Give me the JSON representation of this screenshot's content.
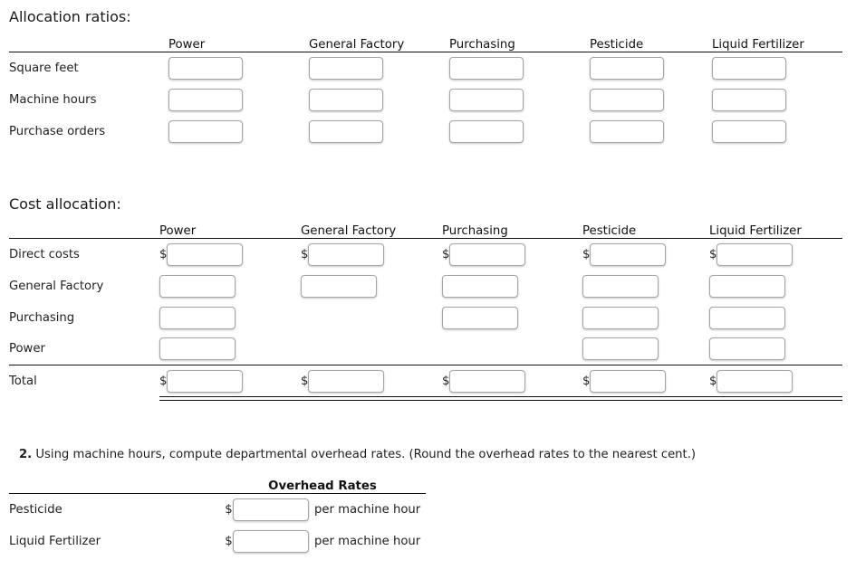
{
  "allocation_ratios": {
    "title": "Allocation ratios:",
    "columns": [
      "Power",
      "General Factory",
      "Purchasing",
      "Pesticide",
      "Liquid Fertilizer"
    ],
    "rows": [
      {
        "label": "Square feet",
        "cells": [
          {
            "prefix": "",
            "input": ""
          },
          {
            "prefix": "",
            "input": ""
          },
          {
            "prefix": "",
            "input": ""
          },
          {
            "prefix": "",
            "input": ""
          },
          {
            "prefix": "",
            "input": ""
          }
        ]
      },
      {
        "label": "Machine hours",
        "cells": [
          {
            "prefix": "",
            "input": ""
          },
          {
            "prefix": "",
            "input": ""
          },
          {
            "prefix": "",
            "input": ""
          },
          {
            "prefix": "",
            "input": ""
          },
          {
            "prefix": "",
            "input": ""
          }
        ]
      },
      {
        "label": "Purchase orders",
        "cells": [
          {
            "prefix": "",
            "input": ""
          },
          {
            "prefix": "",
            "input": ""
          },
          {
            "prefix": "",
            "input": ""
          },
          {
            "prefix": "",
            "input": ""
          },
          {
            "prefix": "",
            "input": ""
          }
        ]
      }
    ]
  },
  "cost_allocation": {
    "title": "Cost allocation:",
    "columns": [
      "Power",
      "General Factory",
      "Purchasing",
      "Pesticide",
      "Liquid Fertilizer"
    ],
    "rows": [
      {
        "label": "Direct costs",
        "total": false,
        "cells": [
          {
            "show": true,
            "prefix": "$",
            "input": ""
          },
          {
            "show": true,
            "prefix": "$",
            "input": ""
          },
          {
            "show": true,
            "prefix": "$",
            "input": ""
          },
          {
            "show": true,
            "prefix": "$",
            "input": ""
          },
          {
            "show": true,
            "prefix": "$",
            "input": ""
          }
        ]
      },
      {
        "label": "General Factory",
        "total": false,
        "cells": [
          {
            "show": true,
            "prefix": "",
            "input": ""
          },
          {
            "show": true,
            "prefix": "",
            "input": ""
          },
          {
            "show": true,
            "prefix": "",
            "input": ""
          },
          {
            "show": true,
            "prefix": "",
            "input": ""
          },
          {
            "show": true,
            "prefix": "",
            "input": ""
          }
        ]
      },
      {
        "label": "Purchasing",
        "total": false,
        "cells": [
          {
            "show": true,
            "prefix": "",
            "input": ""
          },
          {
            "show": false,
            "prefix": "",
            "input": ""
          },
          {
            "show": true,
            "prefix": "",
            "input": ""
          },
          {
            "show": true,
            "prefix": "",
            "input": ""
          },
          {
            "show": true,
            "prefix": "",
            "input": ""
          }
        ]
      },
      {
        "label": "Power",
        "total": false,
        "cells": [
          {
            "show": true,
            "prefix": "",
            "input": ""
          },
          {
            "show": false,
            "prefix": "",
            "input": ""
          },
          {
            "show": false,
            "prefix": "",
            "input": ""
          },
          {
            "show": true,
            "prefix": "",
            "input": ""
          },
          {
            "show": true,
            "prefix": "",
            "input": ""
          }
        ]
      },
      {
        "label": "Total",
        "total": true,
        "cells": [
          {
            "show": true,
            "prefix": "$",
            "input": ""
          },
          {
            "show": true,
            "prefix": "$",
            "input": ""
          },
          {
            "show": true,
            "prefix": "$",
            "input": ""
          },
          {
            "show": true,
            "prefix": "$",
            "input": ""
          },
          {
            "show": true,
            "prefix": "$",
            "input": ""
          }
        ]
      }
    ]
  },
  "question2": {
    "number": "2.",
    "text": "Using machine hours, compute departmental overhead rates. (Round the overhead rates to the nearest cent.)",
    "table": {
      "header": "Overhead Rates",
      "rows": [
        {
          "label": "Pesticide",
          "prefix": "$",
          "input": "",
          "unit": "per machine hour"
        },
        {
          "label": "Liquid Fertilizer",
          "prefix": "$",
          "input": "",
          "unit": "per machine hour"
        }
      ]
    }
  },
  "theme": {
    "background": "#ffffff",
    "text": "#1f1f1f",
    "heading": "#111111",
    "rule": "#111111",
    "input_border": "#a5a5a5"
  }
}
